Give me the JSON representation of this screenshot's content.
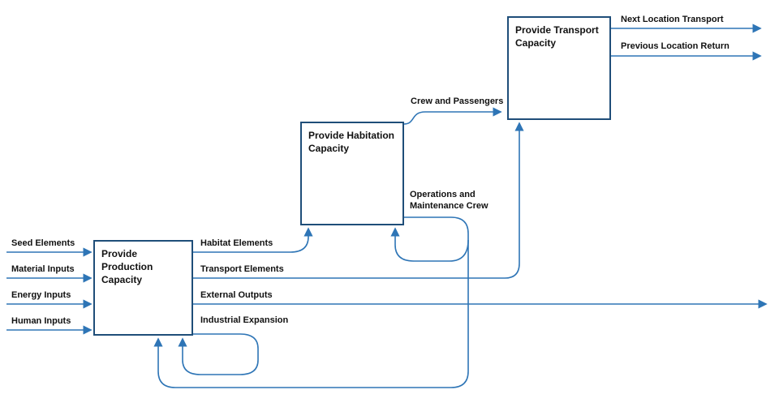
{
  "diagram": {
    "boxes": {
      "production": {
        "title": "Provide Production Capacity"
      },
      "habitation": {
        "title": "Provide Habitation Capacity"
      },
      "transport": {
        "title": "Provide Transport Capacity"
      }
    },
    "labels": {
      "seed_elements": "Seed Elements",
      "material_inputs": "Material Inputs",
      "energy_inputs": "Energy Inputs",
      "human_inputs": "Human Inputs",
      "habitat_elements": "Habitat Elements",
      "transport_elements": "Transport Elements",
      "external_outputs": "External Outputs",
      "industrial_expansion": "Industrial Expansion",
      "crew_and_passengers": "Crew and Passengers",
      "operations_maintenance_crew": "Operations and\nMaintenance Crew",
      "next_location_transport": "Next Location Transport",
      "previous_location_return": "Previous Location Return"
    },
    "colors": {
      "line": "#2e75b6",
      "box_border": "#1f4e79",
      "text": "#111111"
    }
  }
}
